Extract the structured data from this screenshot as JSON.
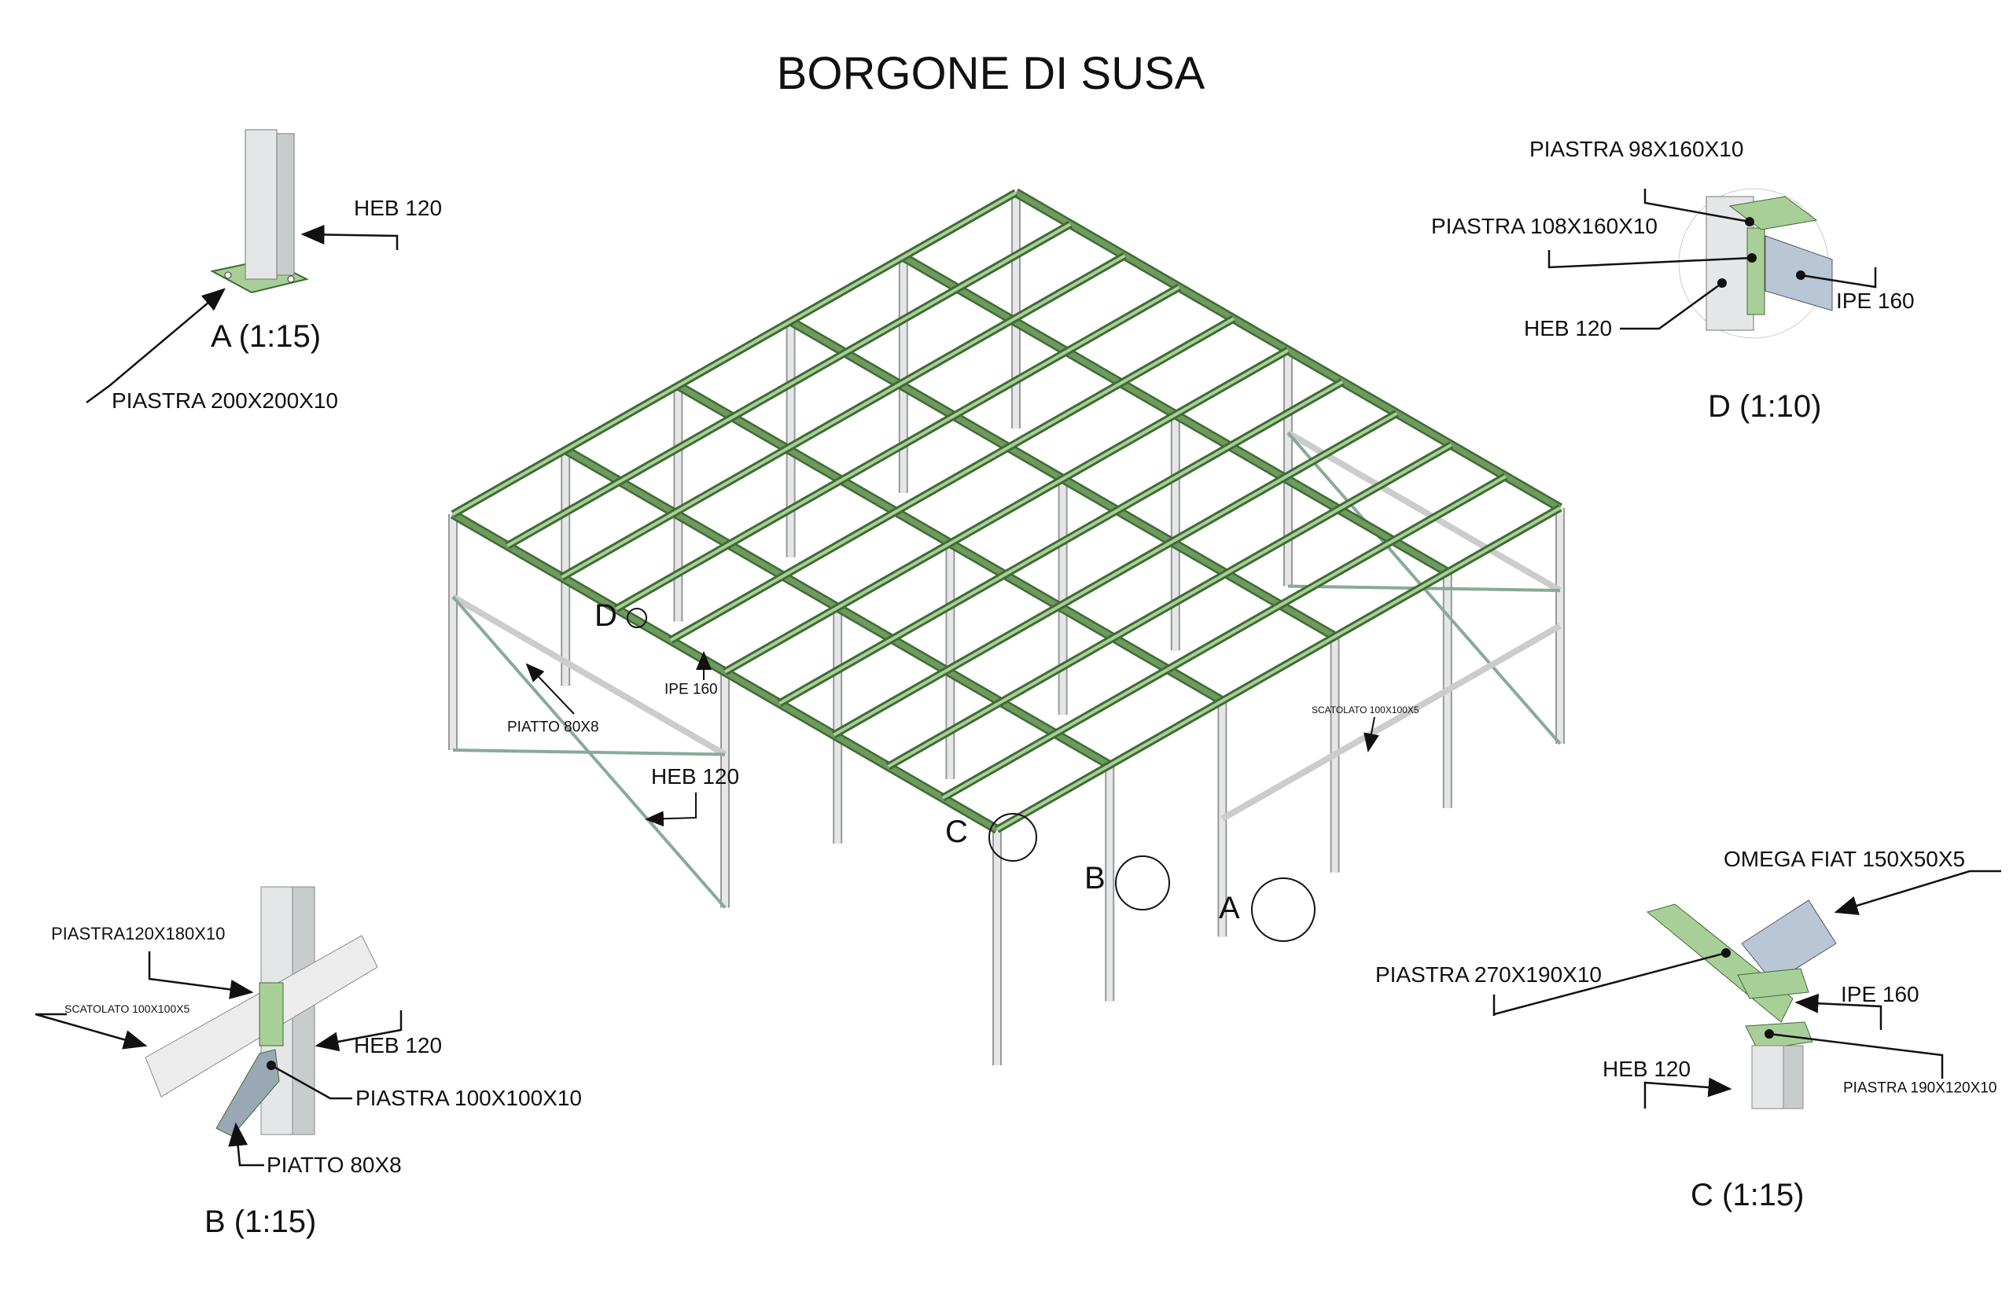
{
  "title": "BORGONE DI SUSA",
  "colors": {
    "steel_green": "#6e9a5e",
    "dark_green": "#3f6b35",
    "light_green": "#a9cf98",
    "steel_grey": "#d8dadb",
    "leader": "#111111"
  },
  "detail_a": {
    "title": "A (1:15)",
    "labels": [
      "HEB 120",
      "PIASTRA 200X200X10"
    ]
  },
  "detail_b": {
    "title": "B (1:15)",
    "labels": [
      "PIASTRA120X180X10",
      "SCATOLATO 100X100X5",
      "HEB 120",
      "PIASTRA 100X100X10",
      "PIATTO 80X8"
    ]
  },
  "detail_c": {
    "title": "C (1:15)",
    "labels": [
      "OMEGA FIAT 150X50X5",
      "PIASTRA 270X190X10",
      "IPE 160",
      "HEB 120",
      "PIASTRA 190X120X10"
    ]
  },
  "detail_d": {
    "title": "D (1:10)",
    "labels": [
      "PIASTRA 98X160X10",
      "PIASTRA 108X160X10",
      "HEB 120",
      "IPE 160"
    ]
  },
  "main": {
    "markers": [
      "A",
      "B",
      "C",
      "D"
    ],
    "labels": {
      "ipe": "IPE 160",
      "piatto": "PIATTO 80X8",
      "heb": "HEB 120",
      "scatolato": "SCATOLATO 100X100X5"
    }
  }
}
